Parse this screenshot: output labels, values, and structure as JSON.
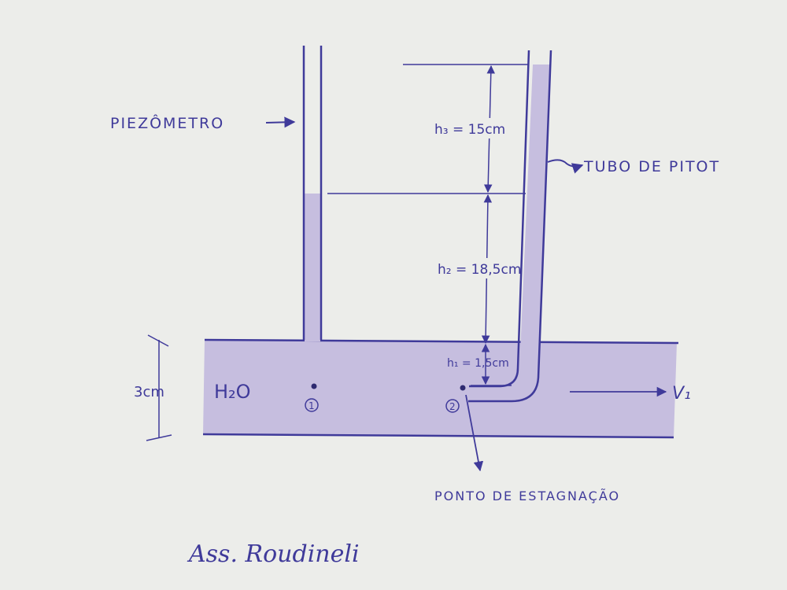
{
  "labels": {
    "piezometer": "PIEZÔMETRO",
    "pitot_tube": "TUBO DE PITOT",
    "stagnation_point": "PONTO DE ESTAGNAÇÃO",
    "fluid": "H₂O",
    "velocity": "V₁",
    "pipe_height": "3cm",
    "point_1": "1",
    "point_2": "2",
    "signature": "Ass. Roudineli"
  },
  "dimensions": {
    "h1": "h₁ = 1,5cm",
    "h2": "h₂ = 18,5cm",
    "h3": "h₃ = 15cm"
  },
  "colors": {
    "ink": "#3f3a9a",
    "water": "#c6bedf",
    "paper": "#ecedea"
  }
}
